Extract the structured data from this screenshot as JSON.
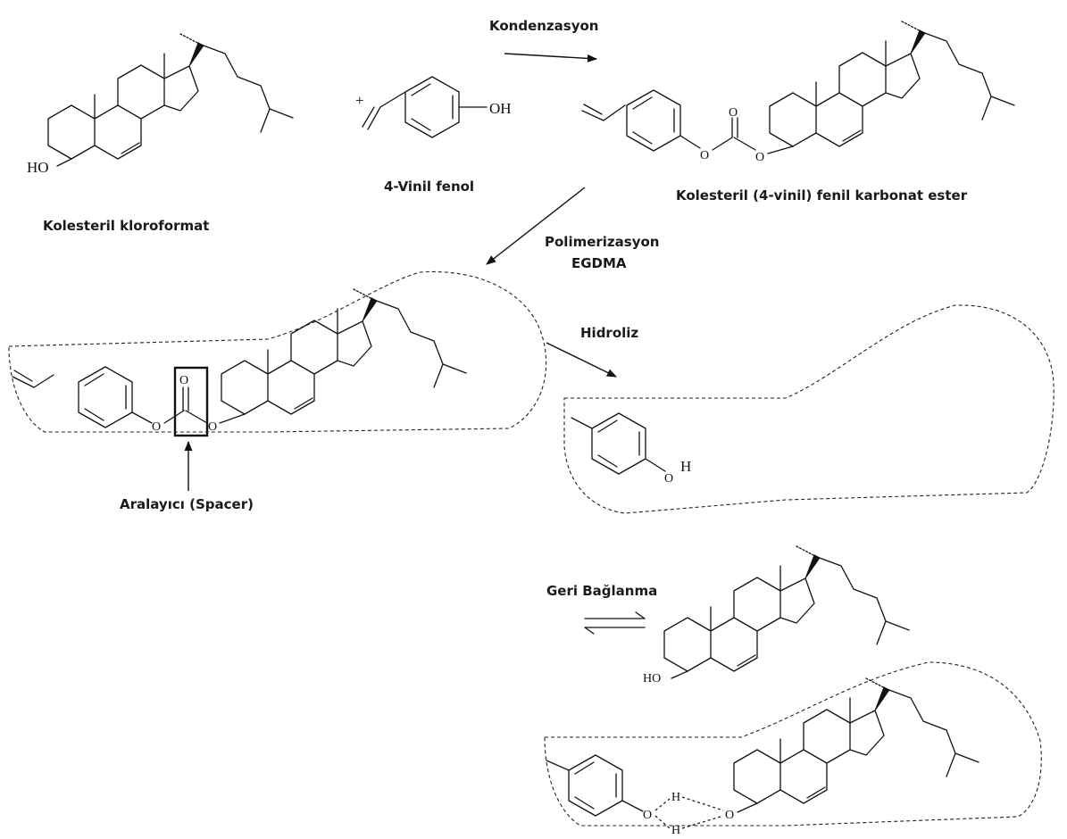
{
  "labels": {
    "kolesteril_kloroformat": "Kolesteril kloroformat",
    "vinil_fenol": "4-Vinil fenol",
    "kondenzasyon": "Kondenzasyon",
    "karbonat_ester": "Kolesteril (4-vinil) fenil karbonat ester",
    "polimerizasyon": "Polimerizasyon",
    "egdma": "EGDMA",
    "hidroliz": "Hidroliz",
    "aralayici": "Aralayıcı (Spacer)",
    "geri_baglanma": "Geri Bağlanma"
  },
  "atoms": {
    "ho": "HO",
    "oh": "OH",
    "o": "O",
    "h": "H",
    "plus": "+"
  }
}
